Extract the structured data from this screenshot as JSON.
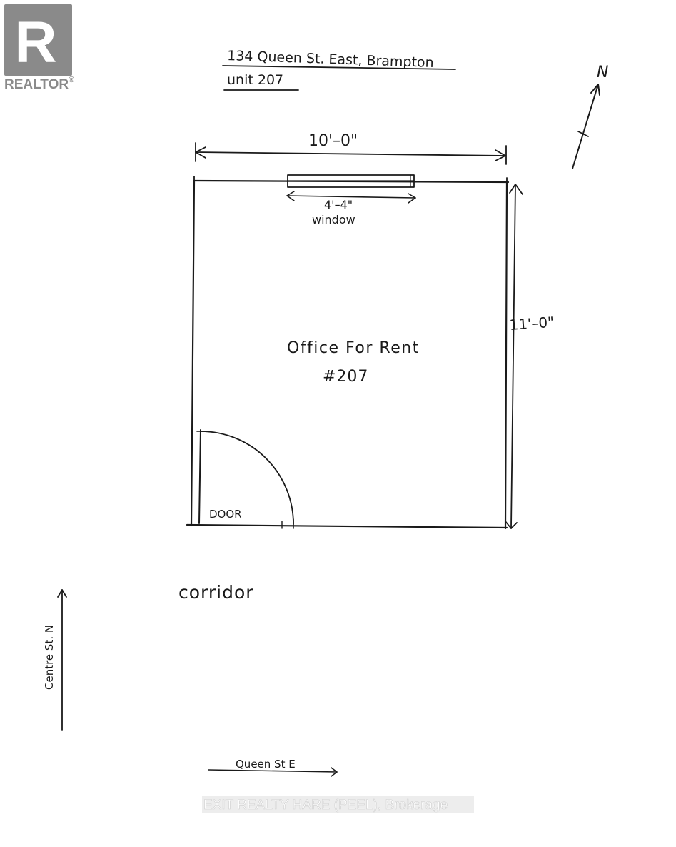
{
  "logo": {
    "text": "REALTOR",
    "mark": "®"
  },
  "address": {
    "line1": "134 Queen St. East, Brampton",
    "line2": "unit 207"
  },
  "compass": {
    "label": "N"
  },
  "dimensions": {
    "width": "10'–0\"",
    "depth": "11'–0\"",
    "window_width": "4'–4\""
  },
  "labels": {
    "window": "window",
    "room_line1": "Office For Rent",
    "room_line2": "#207",
    "door": "DOOR",
    "corridor": "corridor",
    "street_vertical": "Centre St. N",
    "street_horizontal": "Queen St E"
  },
  "watermark": "EXIT REALTY HARE (PEEL), Brokerage"
}
